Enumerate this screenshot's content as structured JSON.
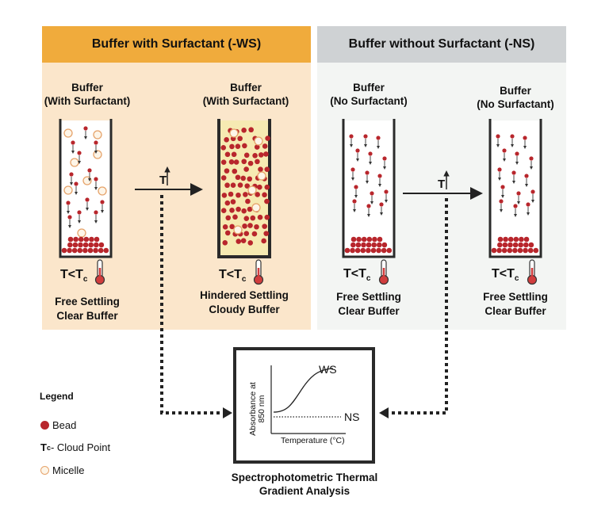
{
  "panels": {
    "ws": {
      "header": "Buffer with Surfactant (-WS)"
    },
    "ns": {
      "header": "Buffer without Surfactant (-NS)"
    }
  },
  "tubes": [
    {
      "label_line1": "Buffer",
      "label_line2": "(With Surfactant)",
      "temp": "T<T",
      "temp_sub": "c",
      "result_line1": "Free Settling",
      "result_line2": "Clear Buffer"
    },
    {
      "label_line1": "Buffer",
      "label_line2": "(With Surfactant)",
      "temp": "T<T",
      "temp_sub": "c",
      "result_line1": "Hindered Settling",
      "result_line2": "Cloudy Buffer"
    },
    {
      "label_line1": "Buffer",
      "label_line2": "(No Surfactant)",
      "temp": "T<T",
      "temp_sub": "c",
      "result_line1": "Free Settling",
      "result_line2": "Clear Buffer"
    },
    {
      "label_line1": "Buffer",
      "label_line2": "(No Surfactant)",
      "temp": "T<T",
      "temp_sub": "c",
      "result_line1": "Free Settling",
      "result_line2": "Clear Buffer"
    }
  ],
  "arrows": {
    "temperature_label": "T"
  },
  "graph": {
    "ylabel_line1": "Absorbance at",
    "ylabel_line2": "850 nm",
    "xlabel": "Temperature (°C)",
    "curve_ws": "WS",
    "curve_ns": "NS",
    "caption_line1": "Spectrophotometric Thermal",
    "caption_line2": "Gradient Analysis"
  },
  "legend": {
    "title": "Legend",
    "bead": "Bead",
    "tc_symbol": "T",
    "tc_sub": "c",
    "tc_text": " - Cloud Point",
    "micelle": "Micelle"
  },
  "colors": {
    "ws_header": "#f0ab3c",
    "ws_panel": "#fbe6cb",
    "ns_header": "#cfd2d4",
    "ns_panel": "#f3f5f3",
    "bead": "#b8262c",
    "micelle_fill": "#fdf5e8",
    "micelle_stroke": "#e6a36a",
    "cloudy_fill": "#f6eab2",
    "thermometer": "#d13d3d"
  }
}
